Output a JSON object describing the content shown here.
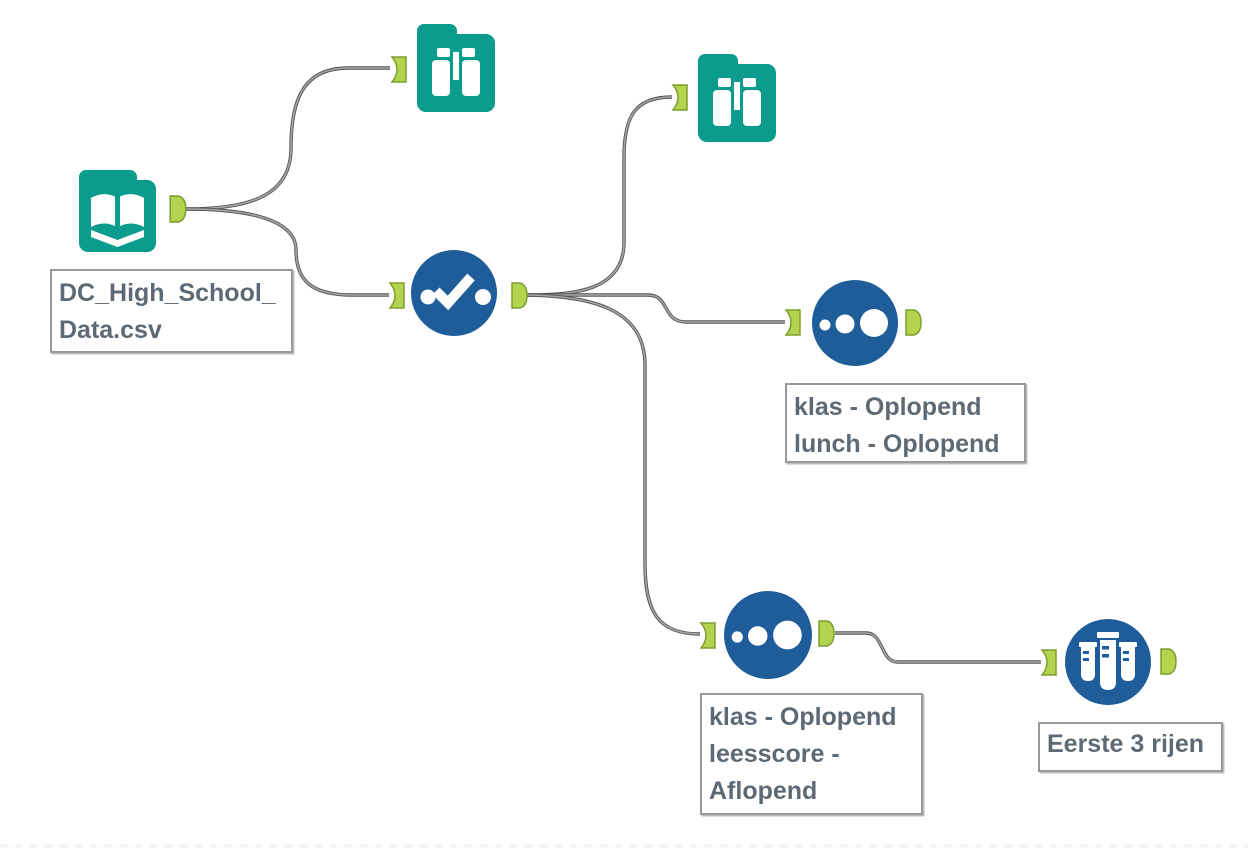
{
  "workflow": {
    "nodes": [
      {
        "id": "input-data",
        "icon": "input-data-book-icon",
        "annotation_lines": [
          "DC_High_School_",
          "Data.csv"
        ]
      },
      {
        "id": "browse-top",
        "icon": "browse-binoculars-icon",
        "annotation_lines": []
      },
      {
        "id": "select",
        "icon": "select-checkmark-icon",
        "annotation_lines": []
      },
      {
        "id": "browse-mid",
        "icon": "browse-binoculars-icon",
        "annotation_lines": []
      },
      {
        "id": "sort-lunch",
        "icon": "sort-dots-icon",
        "annotation_lines": [
          "klas - Oplopend",
          "lunch - Oplopend"
        ]
      },
      {
        "id": "sort-leesscore",
        "icon": "sort-dots-icon",
        "annotation_lines": [
          "klas - Oplopend",
          "leesscore -",
          "Aflopend"
        ]
      },
      {
        "id": "sample",
        "icon": "sample-test-tubes-icon",
        "annotation_lines": [
          "Eerste 3 rijen"
        ]
      }
    ],
    "connections": [
      {
        "from": "input-data",
        "to": "browse-top"
      },
      {
        "from": "input-data",
        "to": "select"
      },
      {
        "from": "select",
        "to": "browse-mid"
      },
      {
        "from": "select",
        "to": "sort-lunch"
      },
      {
        "from": "select",
        "to": "sort-leesscore"
      },
      {
        "from": "sort-leesscore",
        "to": "sample"
      }
    ],
    "colors": {
      "tool_teal": "#0b9c8d",
      "tool_blue": "#1e5d9a",
      "anchor_green": "#b2d44e",
      "anchor_border": "#7d9e2f",
      "wire_gray": "#8c8c8c",
      "annotation_text": "#5d6a75",
      "annotation_border": "#97999b"
    }
  }
}
